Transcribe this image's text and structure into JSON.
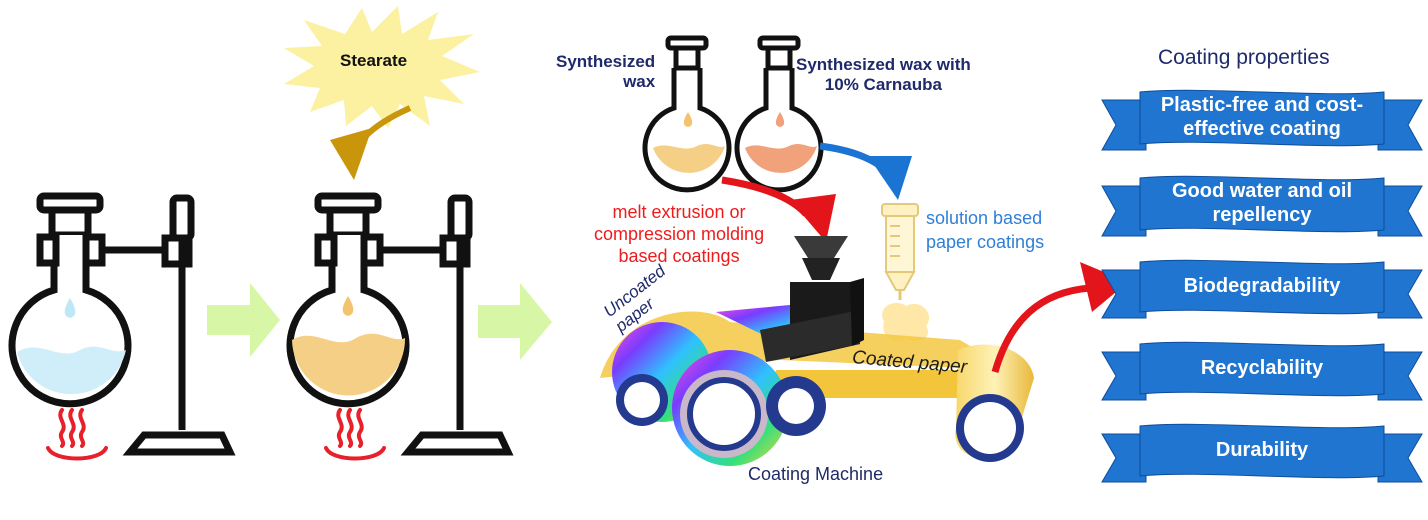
{
  "stearate_label": "Stearate",
  "synthesized_wax_label": [
    "Synthesized",
    "wax"
  ],
  "synthesized_wax_carnauba_label": [
    "Synthesized wax with",
    "10% Carnauba"
  ],
  "melt_extrusion_label": [
    "melt extrusion or",
    "compression molding",
    "based coatings"
  ],
  "solution_based_label": [
    "solution based",
    "paper coatings"
  ],
  "uncoated_paper_label": [
    "Uncoated",
    "paper"
  ],
  "coated_paper_label": "Coated paper",
  "coating_machine_label": "Coating Machine",
  "coating_properties_title": "Coating properties",
  "properties": [
    "Plastic-free and cost-effective coating",
    "Good water and oil repellency",
    "Biodegradability",
    "Recyclability",
    "Durability"
  ],
  "colors": {
    "navy": "#1f2a6b",
    "red": "#ee1c1c",
    "blue": "#2f7fd8",
    "ribbon": "#1f75d0",
    "liquid_blue": "#cfeefa",
    "wax_yellow": "#f6cf86",
    "carnauba": "#f2a27a",
    "green_arrow": "#d7f7a7",
    "starburst": "#fcf0a1",
    "stearate_arrow": "#c8950b"
  }
}
